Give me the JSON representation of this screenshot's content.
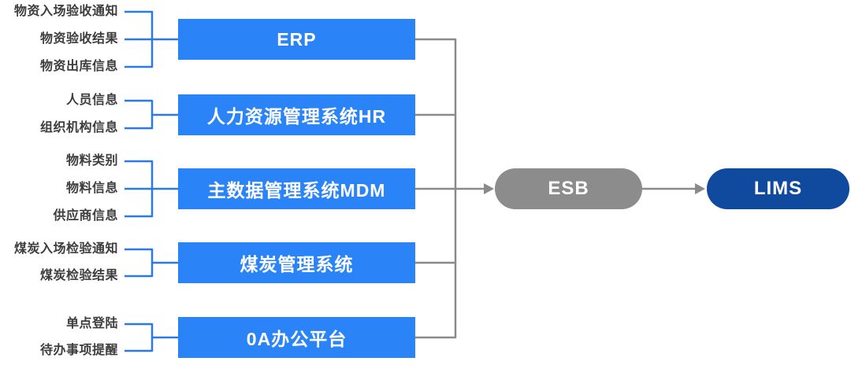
{
  "diagram": {
    "groups": [
      {
        "system": "ERP",
        "inputs": [
          "物资入场验收通知",
          "物资验收结果",
          "物资出库信息"
        ]
      },
      {
        "system": "人力资源管理系统HR",
        "inputs": [
          "人员信息",
          "组织机构信息"
        ]
      },
      {
        "system": "主数据管理系统MDM",
        "inputs": [
          "物料类别",
          "物料信息",
          "供应商信息"
        ]
      },
      {
        "system": "煤炭管理系统",
        "inputs": [
          "煤炭入场检验通知",
          "煤炭检验结果"
        ]
      },
      {
        "system": "0A办公平台",
        "inputs": [
          "单点登陆",
          "待办事项提醒"
        ]
      }
    ],
    "bus": {
      "label": "ESB"
    },
    "target": {
      "label": "LIMS"
    },
    "colors": {
      "system_box": "#2A84F7",
      "bracket_line": "#2B79E6",
      "flow_line": "#8A8A8A",
      "bus_fill": "#8C8C8C",
      "target_fill": "#0F4A9E",
      "label_text": "#3D3D3D",
      "box_text": "#FFFFFF"
    }
  }
}
